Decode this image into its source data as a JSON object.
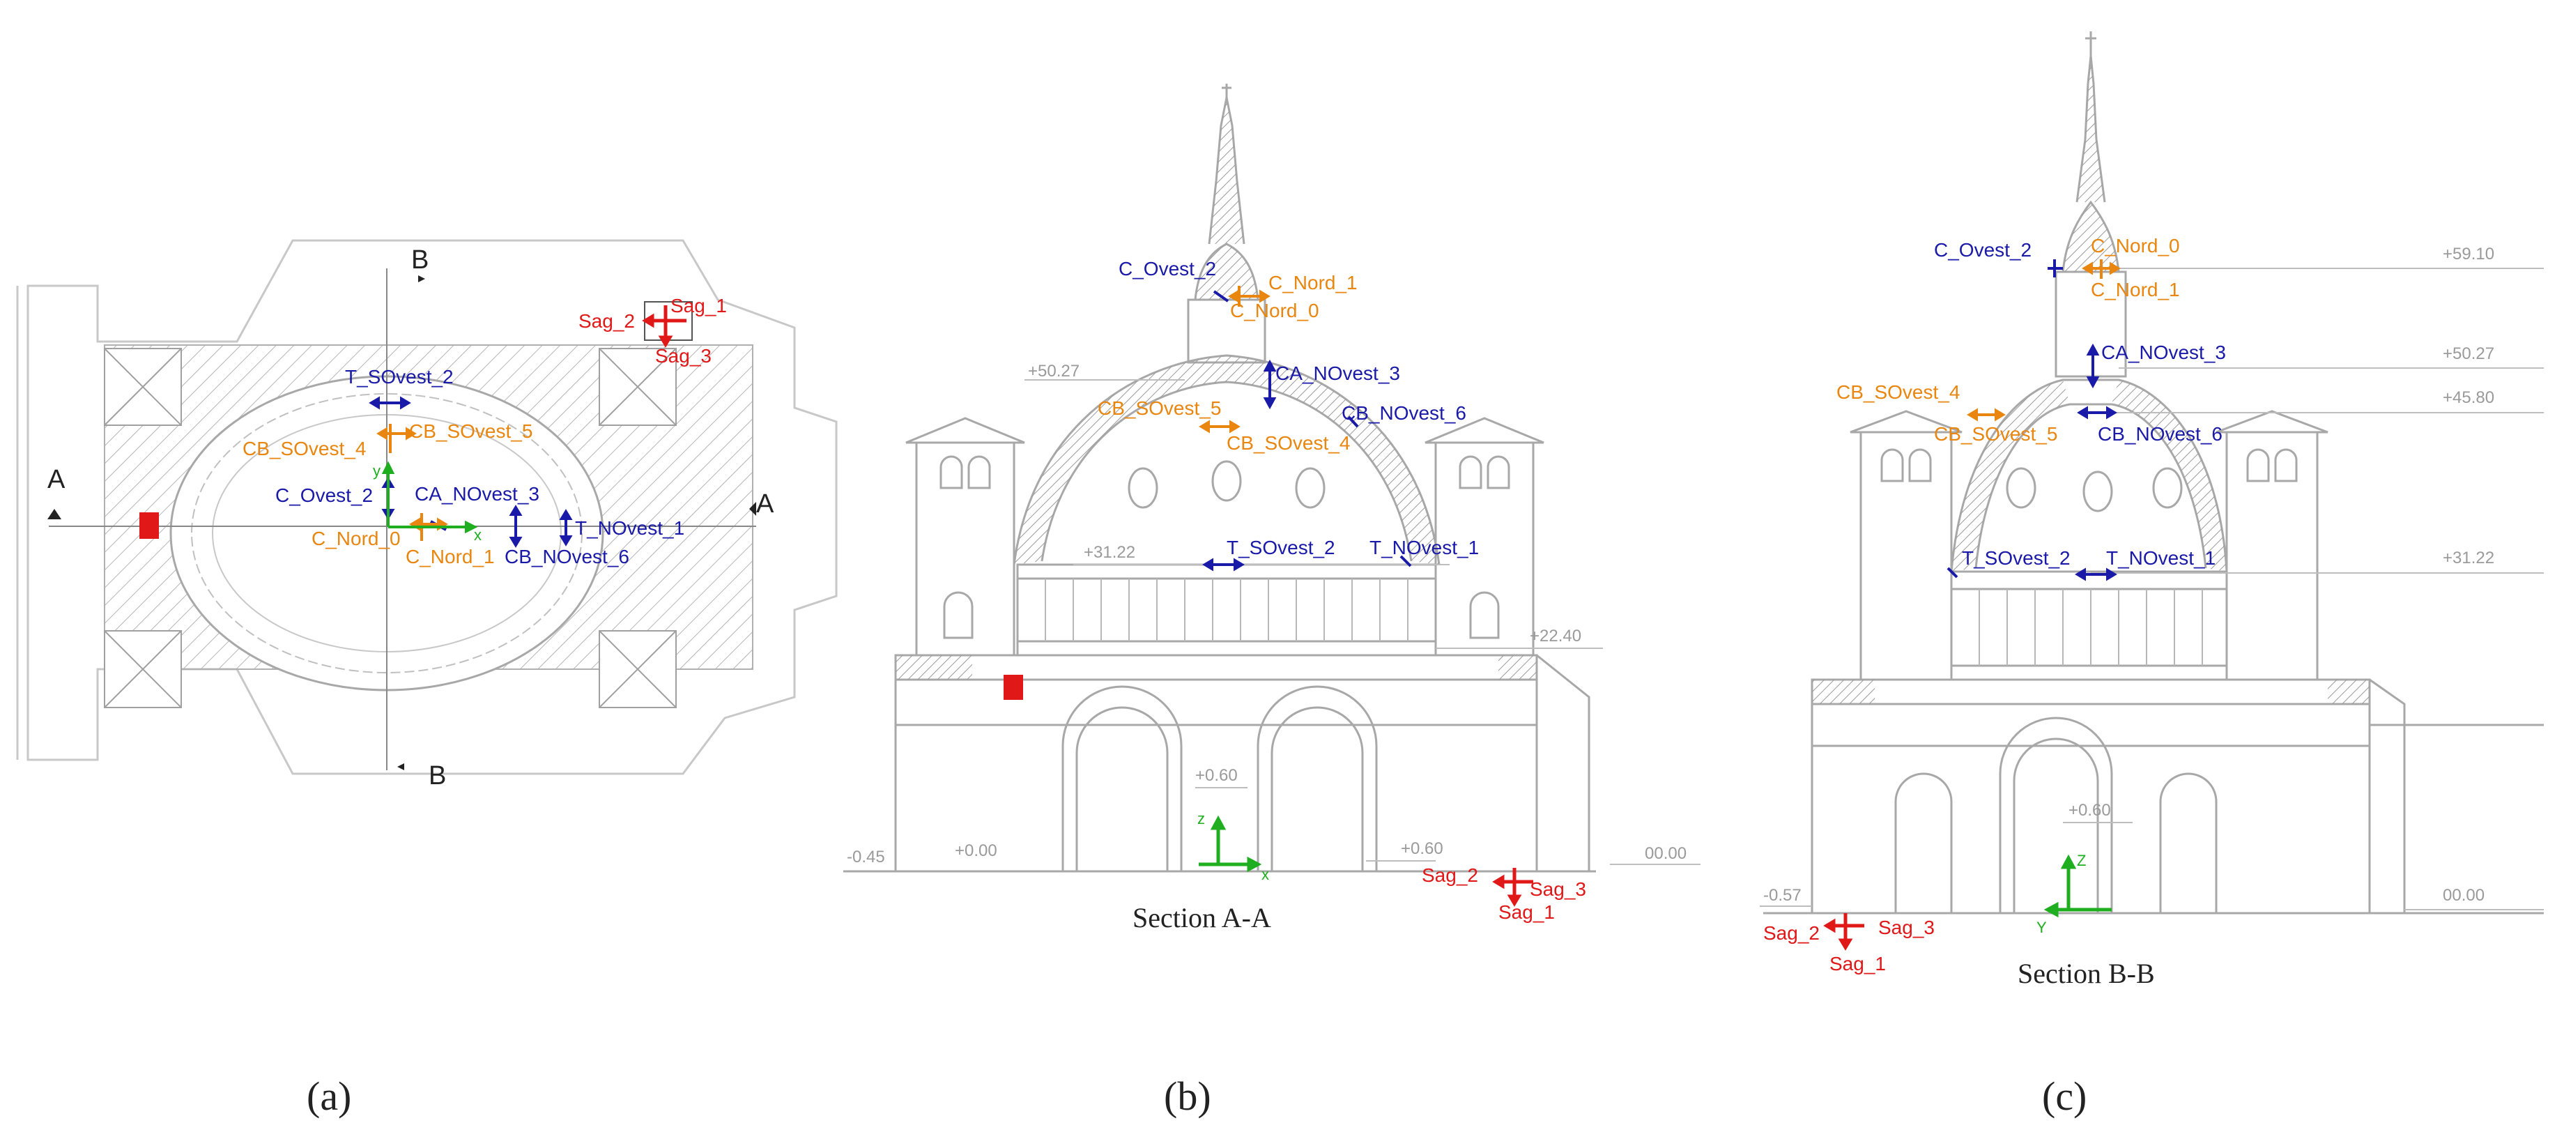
{
  "colors": {
    "blue_sensor": "#1a1aa8",
    "orange_sensor": "#e8860f",
    "red_sensor": "#e01818",
    "axes": "#1fae1f",
    "drawing_lines": "#9a9a9a"
  },
  "panel_a": {
    "panel_label": "(a)",
    "section_marks": [
      "A",
      "A",
      "B",
      "B"
    ],
    "axis_labels": [
      "x",
      "y"
    ],
    "sensors": {
      "T_SOvest_2": "T_SOvest_2",
      "CB_SOvest_4": "CB_SOvest_4",
      "CB_SOvest_5": "CB_SOvest_5",
      "C_Ovest_2": "C_Ovest_2",
      "CA_NOvest_3": "CA_NOvest_3",
      "T_NOvest_1": "T_NOvest_1",
      "C_Nord_0": "C_Nord_0",
      "C_Nord_1": "C_Nord_1",
      "CB_NOvest_6": "CB_NOvest_6",
      "Sag_1": "Sag_1",
      "Sag_2": "Sag_2",
      "Sag_3": "Sag_3"
    }
  },
  "panel_b": {
    "panel_label": "(b)",
    "caption": "Section A-A",
    "axis_labels": [
      "z",
      "x"
    ],
    "elevations": [
      "+50.27",
      "+31.22",
      "+22.40",
      "+0.60",
      "+0.60",
      "-0.45",
      "+0.00",
      "00.00"
    ],
    "sensors": {
      "C_Ovest_2": "C_Ovest_2",
      "C_Nord_1": "C_Nord_1",
      "C_Nord_0": "C_Nord_0",
      "CA_NOvest_3": "CA_NOvest_3",
      "CB_SOvest_5": "CB_SOvest_5",
      "CB_NOvest_6": "CB_NOvest_6",
      "CB_SOvest_4": "CB_SOvest_4",
      "T_SOvest_2": "T_SOvest_2",
      "T_NOvest_1": "T_NOvest_1",
      "Sag_2": "Sag_2",
      "Sag_3": "Sag_3",
      "Sag_1": "Sag_1"
    }
  },
  "panel_c": {
    "panel_label": "(c)",
    "caption": "Section B-B",
    "axis_labels": [
      "Z",
      "Y"
    ],
    "elevations": [
      "+59.10",
      "+50.27",
      "+45.80",
      "+31.22",
      "+0.60",
      "-0.57",
      "00.00"
    ],
    "sensors": {
      "C_Ovest_2": "C_Ovest_2",
      "C_Nord_0": "C_Nord_0",
      "C_Nord_1": "C_Nord_1",
      "CA_NOvest_3": "CA_NOvest_3",
      "CB_SOvest_4": "CB_SOvest_4",
      "CB_SOvest_5": "CB_SOvest_5",
      "CB_NOvest_6": "CB_NOvest_6",
      "T_SOvest_2": "T_SOvest_2",
      "T_NOvest_1": "T_NOvest_1",
      "Sag_2": "Sag_2",
      "Sag_3": "Sag_3",
      "Sag_1": "Sag_1"
    }
  }
}
